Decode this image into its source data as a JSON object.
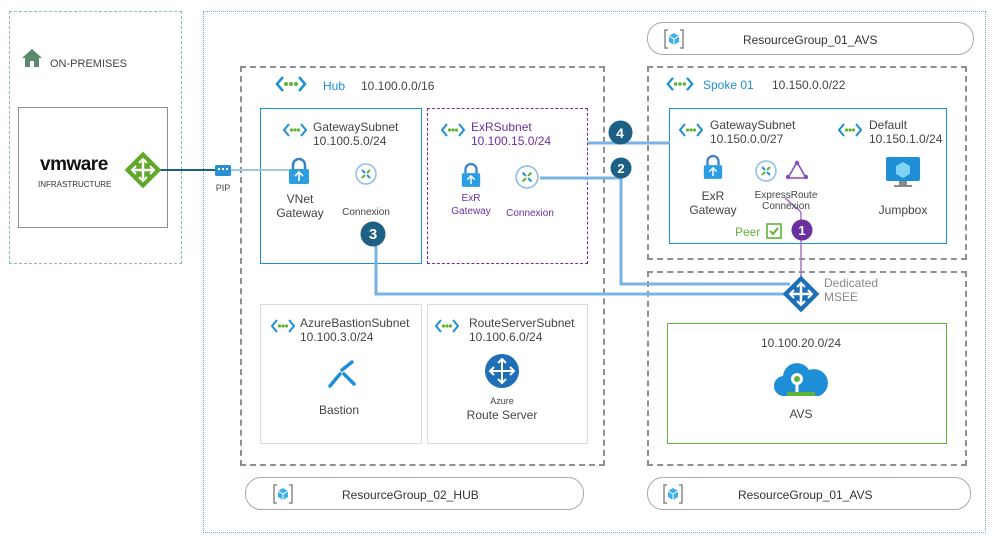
{
  "onprem": {
    "title": "ON-PREMISES",
    "vmware_logo": "vmware",
    "infrastructure": "INFRASTRUCTURE",
    "pip": "PIP"
  },
  "hub": {
    "title": "Hub",
    "cidr": "10.100.0.0/16",
    "gateway_subnet": {
      "name": "GatewaySubnet",
      "cidr": "10.100.5.0/24",
      "gateway_line1": "VNet",
      "gateway_line2": "Gateway",
      "connection": "Connexion"
    },
    "exr_subnet": {
      "name": "ExRSubnet",
      "cidr": "10.100.15.0/24",
      "gateway_line1": "ExR",
      "gateway_line2": "Gateway",
      "connection": "Connexion"
    },
    "bastion_subnet": {
      "name": "AzureBastionSubnet",
      "cidr": "10.100.3.0/24",
      "item": "Bastion"
    },
    "routeserver_subnet": {
      "name": "RouteServerSubnet",
      "cidr": "10.100.6.0/24",
      "item_line1": "Azure",
      "item_line2": "Route Server"
    }
  },
  "spoke": {
    "title": "Spoke 01",
    "cidr": "10.150.0.0/22",
    "gateway_subnet": {
      "name": "GatewaySubnet",
      "cidr": "10.150.0.0/27",
      "gateway_line1": "ExR",
      "gateway_line2": "Gateway",
      "conn_line1": "ExpressRoute",
      "conn_line2": "Connexion"
    },
    "default_subnet": {
      "name": "Default",
      "cidr": "10.150.1.0/24",
      "item": "Jumpbox"
    },
    "peer": "Peer"
  },
  "msee": {
    "line1": "Dedicated",
    "line2": "MSEE"
  },
  "avs": {
    "cidr": "10.100.20.0/24",
    "name": "AVS"
  },
  "resource_groups": {
    "top": "ResourceGroup_01_AVS",
    "hub": "ResourceGroup_02_HUB",
    "avs": "ResourceGroup_01_AVS"
  },
  "badges": [
    "1",
    "2",
    "3",
    "4"
  ],
  "icons": {
    "home": "home-icon",
    "router": "router-icon",
    "pip": "public-ip-icon",
    "vnet": "vnet-icon",
    "lock": "gateway-lock-icon",
    "connection": "connection-icon",
    "bastion": "bastion-icon",
    "route_server": "route-server-icon",
    "monitor": "vm-monitor-icon",
    "cloud": "avs-cloud-icon",
    "cube": "resource-group-icon",
    "triangle": "expressroute-circuit-icon",
    "check": "checkbox-checked-icon"
  },
  "colors": {
    "azure_blue": "#1e8fd6",
    "line_blue": "#77b3e3",
    "dark_navy": "#1e5f84",
    "purple": "#6b2fa0",
    "green": "#5fb336",
    "onprem_green": "#7fc99a"
  }
}
